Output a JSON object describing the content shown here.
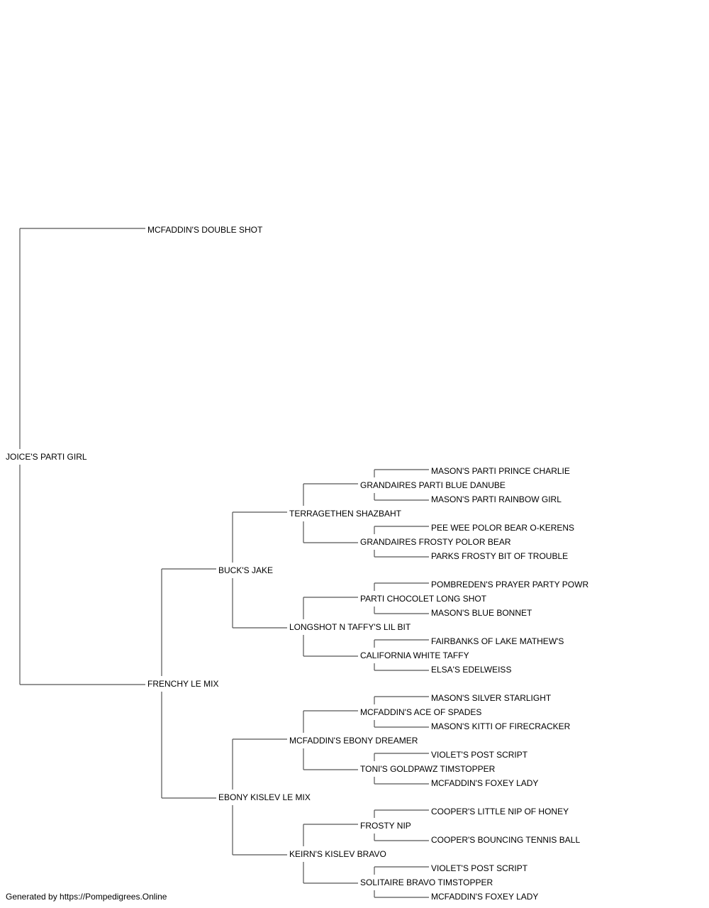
{
  "pedigree": {
    "subject": "JOICE'S PARTI GIRL",
    "sire": "MCFADDIN'S DOUBLE SHOT",
    "dam": "FRENCHY LE MIX",
    "dam_sire": "BUCK'S JAKE",
    "dam_dam": "EBONY KISLEV LE MIX",
    "dam_sire_sire": "TERRAGETHEN SHAZBAHT",
    "dam_sire_dam": "LONGSHOT N TAFFY'S LIL BIT",
    "dam_dam_sire": "MCFADDIN'S EBONY DREAMER",
    "dam_dam_dam": "KEIRN'S KISLEV BRAVO",
    "g4": [
      "GRANDAIRES PARTI BLUE DANUBE",
      "GRANDAIRES FROSTY POLOR BEAR",
      "PARTI CHOCOLET LONG SHOT",
      "CALIFORNIA WHITE TAFFY",
      "MCFADDIN'S ACE OF SPADES",
      "TONI'S GOLDPAWZ TIMSTOPPER",
      "FROSTY NIP",
      "SOLITAIRE BRAVO TIMSTOPPER"
    ],
    "g5": [
      "MASON'S PARTI PRINCE CHARLIE",
      "MASON'S PARTI RAINBOW GIRL",
      "PEE WEE POLOR BEAR O-KERENS",
      "PARKS FROSTY BIT OF TROUBLE",
      "POMBREDEN'S PRAYER PARTY POWR",
      "MASON'S BLUE BONNET",
      "FAIRBANKS OF LAKE MATHEW'S",
      "ELSA'S EDELWEISS",
      "MASON'S SILVER STARLIGHT",
      "MASON'S KITTI OF FIRECRACKER",
      "VIOLET'S POST SCRIPT",
      "MCFADDIN'S FOXEY LADY",
      "COOPER'S LITTLE NIP OF HONEY",
      "COOPER'S BOUNCING TENNIS BALL",
      "VIOLET'S POST SCRIPT",
      "MCFADDIN'S FOXEY LADY"
    ]
  },
  "footer": "Generated by https://Pompedigrees.Online",
  "line_color": "#555555"
}
